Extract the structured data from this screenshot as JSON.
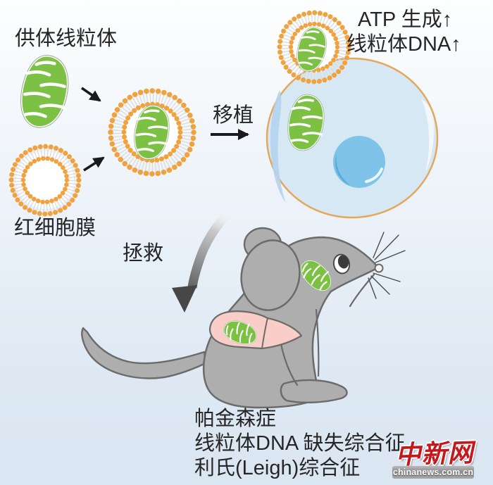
{
  "diagram": {
    "labels": {
      "donor_mitochondria": "供体线粒体",
      "red_cell_membrane": "红细胞膜",
      "transplant": "移植",
      "rescue": "拯救"
    },
    "outcomes": {
      "line1": "ATP 生成↑",
      "line2": "线粒体DNA↑"
    },
    "diseases": [
      "帕金森症",
      "线粒体DNA 缺失综合征",
      "利氏(Leigh)综合征"
    ],
    "icons": {
      "mitochondrion": "green bean with white cristae",
      "lipid_vesicle": "orange bead bilayer ring",
      "cell": "light blue cell with nucleus",
      "mouse": "gray sitting mouse with liver"
    },
    "colors": {
      "mitochondrion_green": "#7CC143",
      "vesicle_orange": "#F0A23E",
      "cell_fill": "#D7E8F5",
      "cell_border": "#E4A85C",
      "nucleus_blue": "#7FC3E8",
      "mouse_gray": "#AEAEAE",
      "liver_pink": "#F9CEC9",
      "arrow_black": "#1A1A1A"
    }
  },
  "watermark": {
    "logo_text": "中新网",
    "site_url": "chinanews.com.cn",
    "logo_red": "#C3181C"
  }
}
